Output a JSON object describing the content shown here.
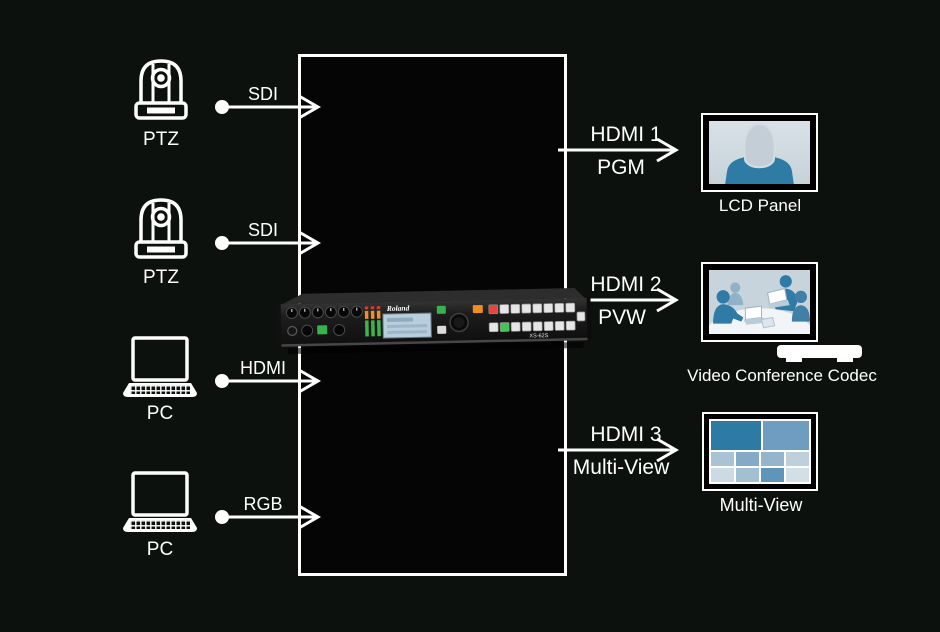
{
  "canvas": {
    "background": "#0d110d",
    "line_color": "#ffffff",
    "box_fill": "#050505"
  },
  "inputs": [
    {
      "device_label": "PTZ",
      "signal_label": "SDI",
      "icon": "ptz-camera-icon"
    },
    {
      "device_label": "PTZ",
      "signal_label": "SDI",
      "icon": "ptz-camera-icon"
    },
    {
      "device_label": "PC",
      "signal_label": "HDMI",
      "icon": "laptop-icon"
    },
    {
      "device_label": "PC",
      "signal_label": "RGB",
      "icon": "laptop-icon"
    }
  ],
  "switcher": {
    "brand_label": "Roland",
    "model_label": "XS-62S"
  },
  "outputs": [
    {
      "port_label": "HDMI 1",
      "bus_label": "PGM",
      "caption": "LCD Panel"
    },
    {
      "port_label": "HDMI 2",
      "bus_label": "PVW",
      "caption": "Video Conference Codec"
    },
    {
      "port_label": "HDMI 3",
      "bus_label": "Multi-View",
      "caption": "Multi-View"
    }
  ],
  "graphics": {
    "person_suit_color": "#2e7ba6",
    "head_color": "#c3ced7",
    "screen_bg_color": "#cfd9e0",
    "conference_bg_color": "#c8d4dc",
    "multiview_top_tiles": [
      "#2d7ba4",
      "#6f9dbf"
    ],
    "multiview_small_tiles": [
      "#a9c3d5",
      "#84aac6",
      "#95b5cc",
      "#bed0dc",
      "#cbdae3",
      "#a3bfd2",
      "#5f95b9",
      "#d2dfe7"
    ]
  }
}
